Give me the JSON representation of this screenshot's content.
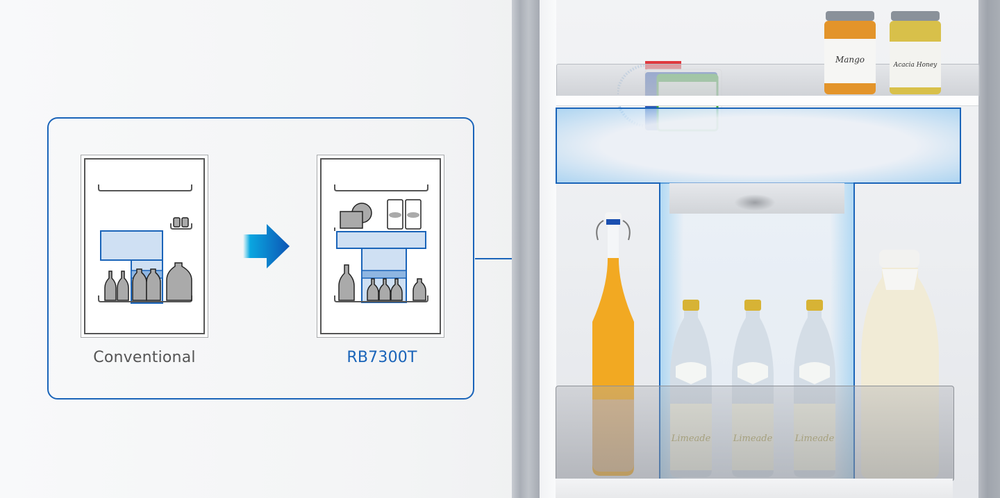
{
  "comparison": {
    "left": {
      "caption": "Conventional"
    },
    "right": {
      "caption": "RB7300T"
    },
    "arrow": "arrow-right-icon"
  },
  "fridge": {
    "top_shelf_items": [
      {
        "name": "butter-tub"
      },
      {
        "name": "spread-tub"
      },
      {
        "label": "Mango"
      },
      {
        "label": "Acacia Honey"
      }
    ],
    "door_bin_items": [
      {
        "name": "swing-top-juice-bottle"
      },
      {
        "label": "Limeade"
      },
      {
        "label": "Limeade"
      },
      {
        "label": "Limeade"
      },
      {
        "name": "milk-bottle"
      }
    ]
  },
  "colors": {
    "accent": "#1a64b9",
    "caption_gray": "#555555",
    "highlight_fill": "#cfe0f3"
  }
}
